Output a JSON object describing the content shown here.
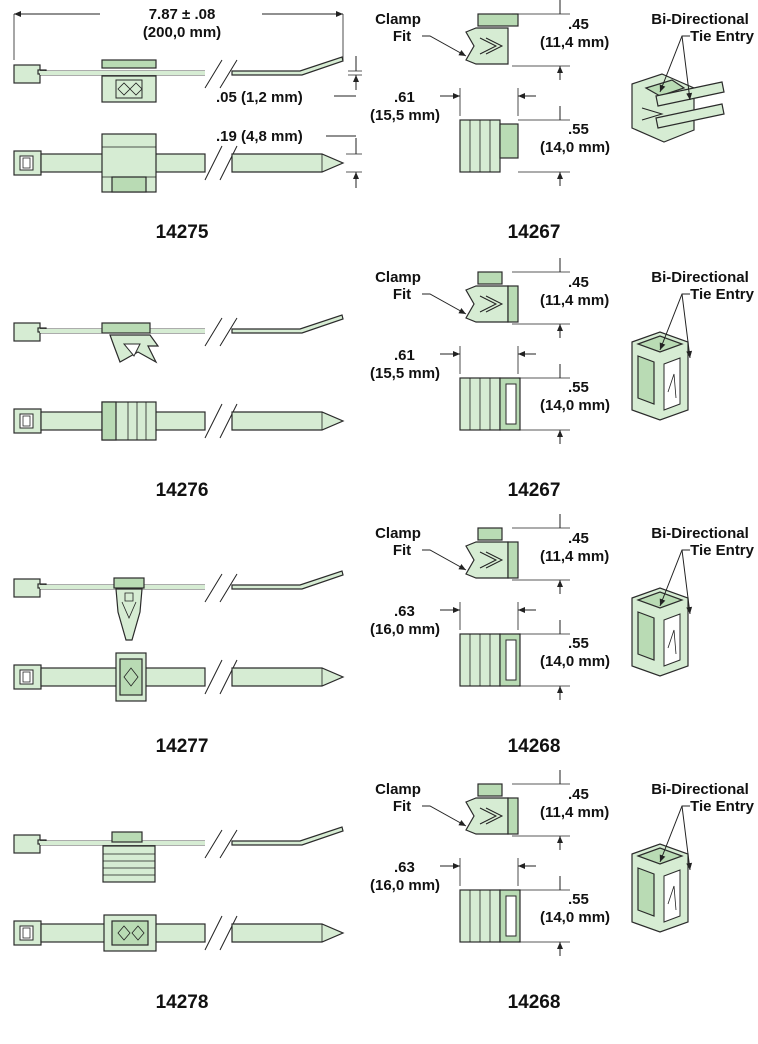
{
  "rows": [
    {
      "tie_part": "14275",
      "clip_part": "14267",
      "length_dim": "7.87 ± .08",
      "length_dim_mm": "(200,0 mm)",
      "thickness_dim": ".05 (1,2 mm)",
      "width_dim": ".19 (4,8 mm)",
      "clamp_label_1": "Clamp",
      "clamp_label_2": "Fit",
      "dim_a": ".45",
      "dim_a_mm": "(11,4 mm)",
      "dim_b": ".61",
      "dim_b_mm": "(15,5 mm)",
      "dim_c": ".55",
      "dim_c_mm": "(14,0 mm)",
      "entry_label_1": "Bi-Directional",
      "entry_label_2": "Tie Entry"
    },
    {
      "tie_part": "14276",
      "clip_part": "14267",
      "clamp_label_1": "Clamp",
      "clamp_label_2": "Fit",
      "dim_a": ".45",
      "dim_a_mm": "(11,4 mm)",
      "dim_b": ".61",
      "dim_b_mm": "(15,5 mm)",
      "dim_c": ".55",
      "dim_c_mm": "(14,0 mm)",
      "entry_label_1": "Bi-Directional",
      "entry_label_2": "Tie Entry"
    },
    {
      "tie_part": "14277",
      "clip_part": "14268",
      "clamp_label_1": "Clamp",
      "clamp_label_2": "Fit",
      "dim_a": ".45",
      "dim_a_mm": "(11,4 mm)",
      "dim_b": ".63",
      "dim_b_mm": "(16,0 mm)",
      "dim_c": ".55",
      "dim_c_mm": "(14,0 mm)",
      "entry_label_1": "Bi-Directional",
      "entry_label_2": "Tie Entry"
    },
    {
      "tie_part": "14278",
      "clip_part": "14268",
      "clamp_label_1": "Clamp",
      "clamp_label_2": "Fit",
      "dim_a": ".45",
      "dim_a_mm": "(11,4 mm)",
      "dim_b": ".63",
      "dim_b_mm": "(16,0 mm)",
      "dim_c": ".55",
      "dim_c_mm": "(14,0 mm)",
      "entry_label_1": "Bi-Directional",
      "entry_label_2": "Tie Entry"
    }
  ],
  "colors": {
    "part_fill": "#d6ecd3",
    "part_fill_dark": "#b9dbb4",
    "outline": "#2b2b2b"
  }
}
